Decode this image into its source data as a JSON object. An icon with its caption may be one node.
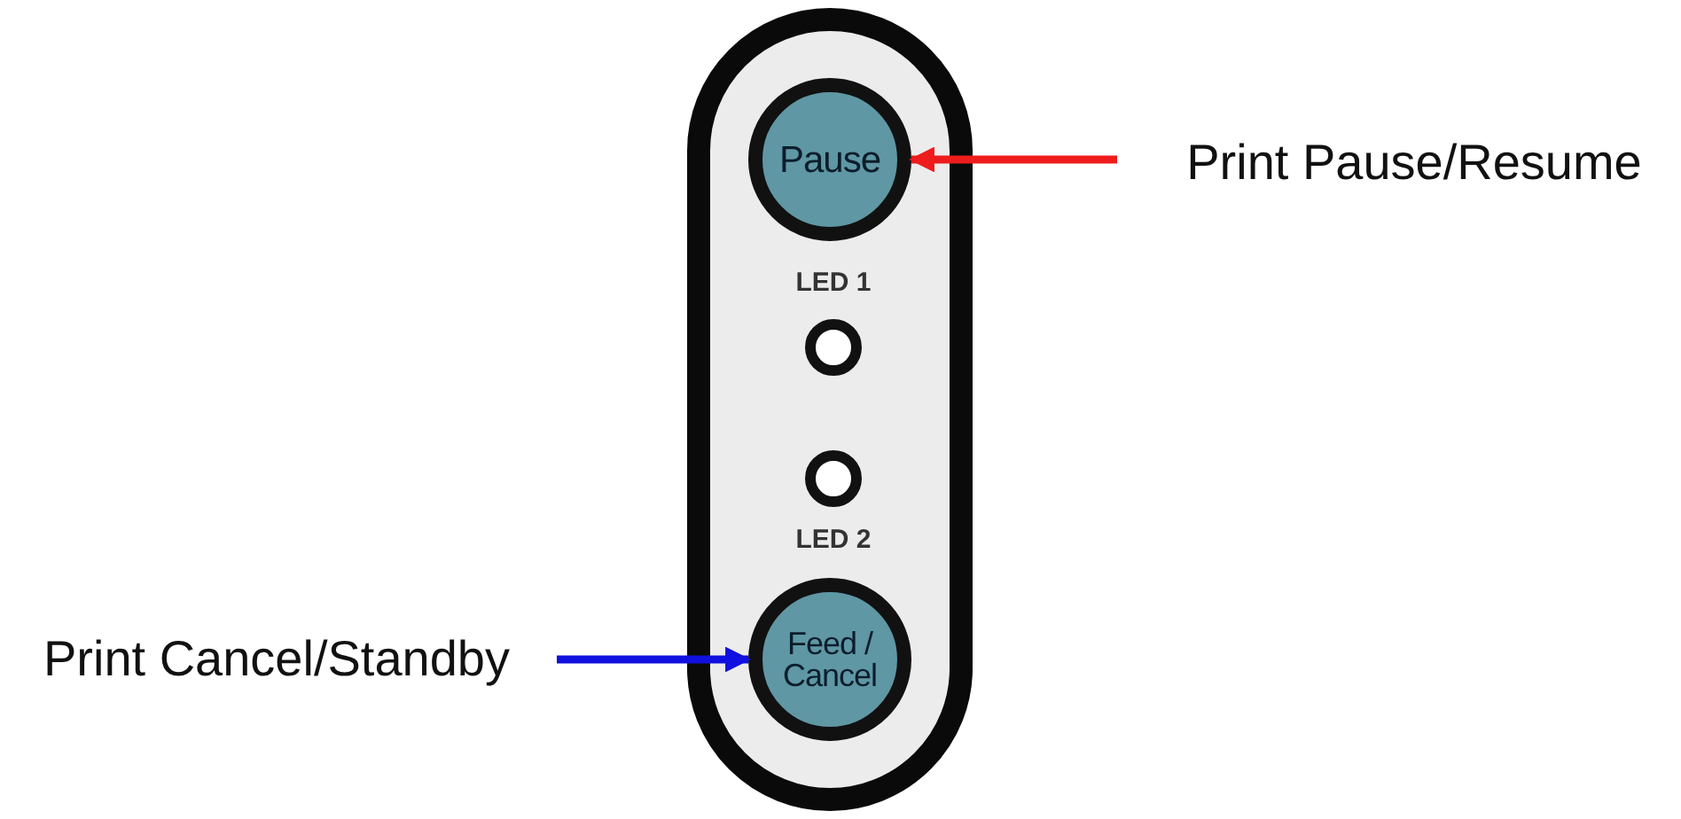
{
  "diagram": {
    "nodes": [
      {
        "text": [
          "Pause"
        ]
      },
      {
        "text": [],
        "shape": "circle",
        "beside": [
          "LED 1"
        ]
      },
      {
        "text": [],
        "shape": "circle",
        "beside": [
          "LED 2"
        ]
      },
      {
        "text": [
          "Feed / Cancel"
        ]
      },
      {
        "text": [
          "Print Pause/Resume"
        ]
      },
      {
        "text": [
          "Print Cancel/Standby"
        ]
      }
    ],
    "edges": [
      {
        "from": 4,
        "to": 0,
        "arrow": "to",
        "color": "#ee1c1c"
      },
      {
        "from": 5,
        "to": 3,
        "arrow": "to",
        "color": "#1010e0"
      }
    ]
  }
}
